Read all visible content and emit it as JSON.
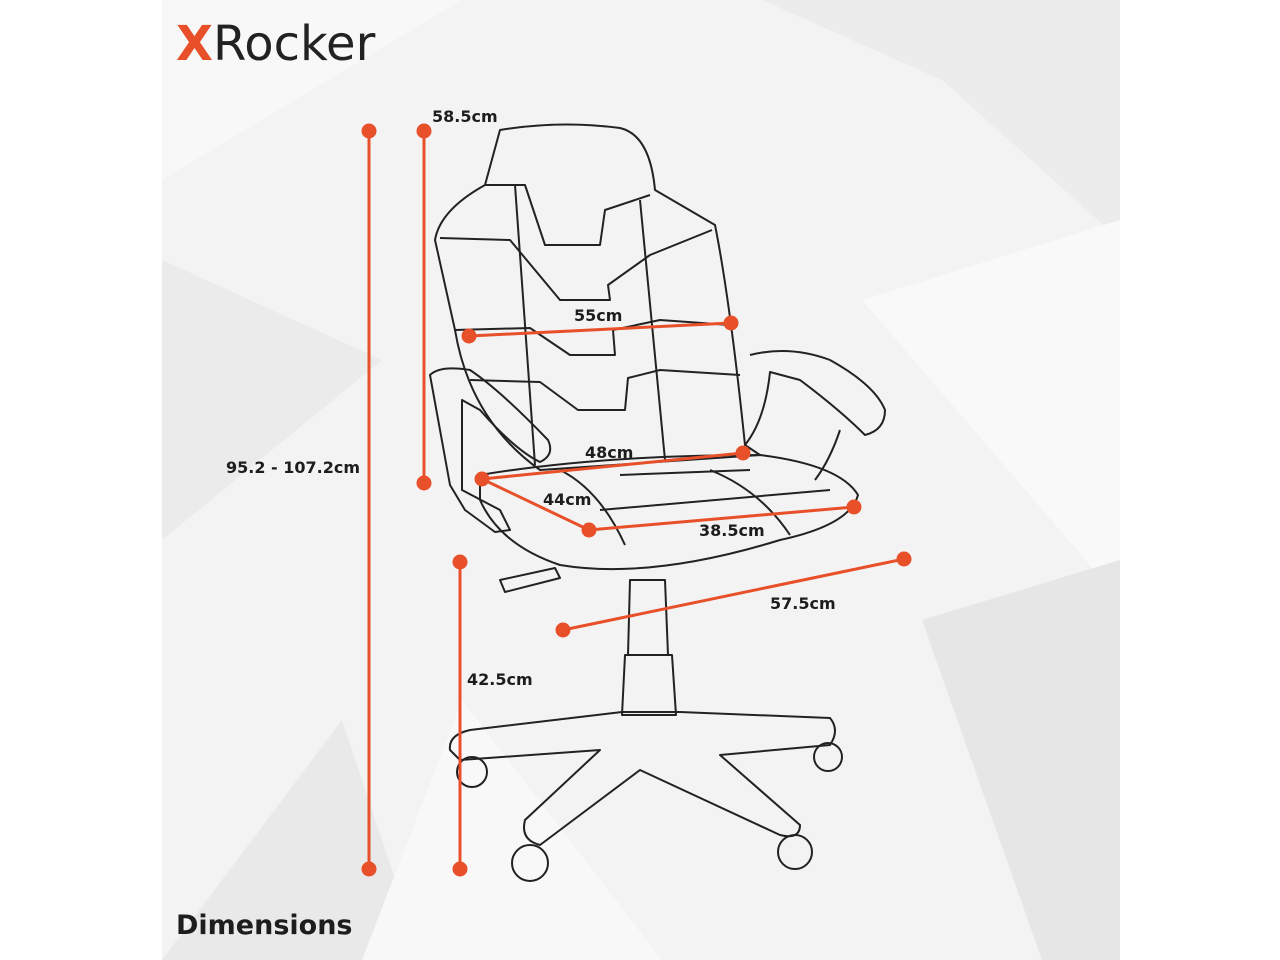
{
  "brand": {
    "logo_text": "XRocker",
    "accent": "#e8502a"
  },
  "title": "Dimensions",
  "dimensions": {
    "overall_height": "95.2 - 107.2cm",
    "back_width_top": "58.5cm",
    "back_width": "55cm",
    "seat_width": "48cm",
    "seat_depth": "44cm",
    "seat_front": "38.5cm",
    "base_width": "57.5cm",
    "seat_height": "42.5cm"
  }
}
